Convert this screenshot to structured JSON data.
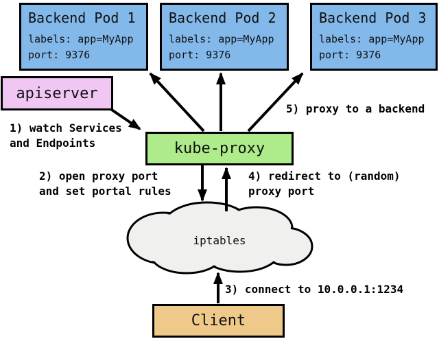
{
  "diagram": {
    "pods": [
      {
        "title": "Backend Pod 1",
        "labels": "labels: app=MyApp",
        "port": "port: 9376"
      },
      {
        "title": "Backend Pod 2",
        "labels": "labels: app=MyApp",
        "port": "port: 9376"
      },
      {
        "title": "Backend Pod 3",
        "labels": "labels: app=MyApp",
        "port": "port: 9376"
      }
    ],
    "nodes": {
      "apiserver": "apiserver",
      "kube_proxy": "kube-proxy",
      "iptables": "iptables",
      "client": "Client"
    },
    "steps": {
      "step1": "1) watch Services\nand Endpoints",
      "step2": "2) open proxy port\nand set portal rules",
      "step3": "3) connect to 10.0.0.1:1234",
      "step4": "4) redirect to (random)\nproxy port",
      "step5": "5) proxy to a backend"
    },
    "colors": {
      "pod_fill": "#82B8EA",
      "apiserver_fill": "#F0C6F3",
      "kube_proxy_fill": "#AEEB8A",
      "client_fill": "#EFC989",
      "cloud_fill": "#F0F0EE",
      "outline": "#000000"
    }
  }
}
